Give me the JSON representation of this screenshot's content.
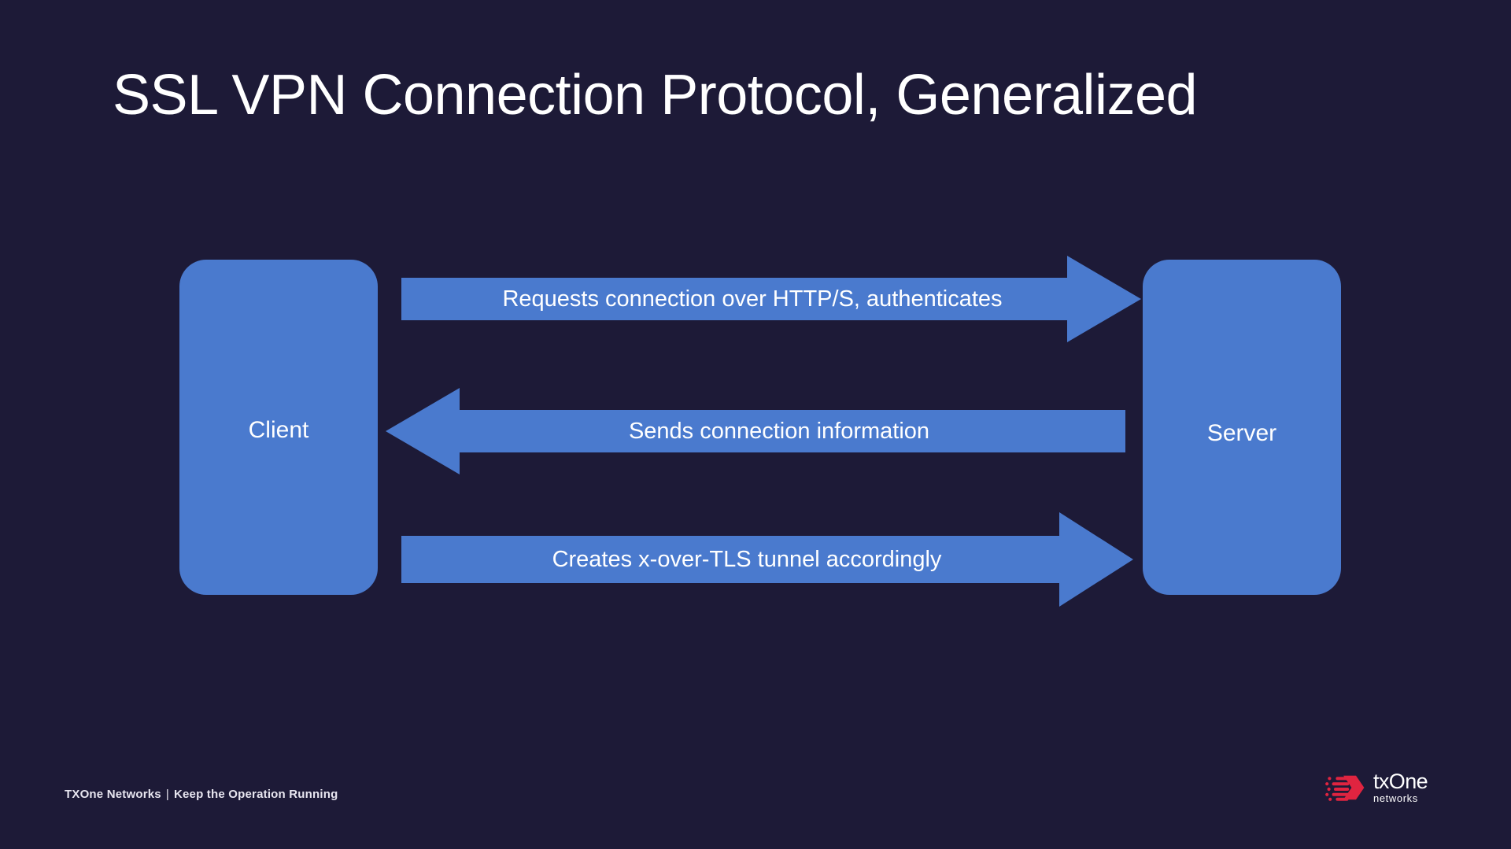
{
  "slide": {
    "title": "SSL VPN Connection Protocol, Generalized",
    "background_color": "#1d1a37",
    "accent_color": "#4a7ace",
    "text_color": "#ffffff"
  },
  "diagram": {
    "type": "sequence-diagram",
    "nodes": [
      {
        "id": "client",
        "label": "Client"
      },
      {
        "id": "server",
        "label": "Server"
      }
    ],
    "messages": [
      {
        "index": 1,
        "label": "Requests connection over HTTP/S, authenticates",
        "from": "client",
        "to": "server",
        "direction": "right"
      },
      {
        "index": 2,
        "label": "Sends connection information",
        "from": "server",
        "to": "client",
        "direction": "left"
      },
      {
        "index": 3,
        "label": "Creates x-over-TLS tunnel accordingly",
        "from": "client",
        "to": "server",
        "direction": "right"
      }
    ]
  },
  "footer": {
    "company": "TXOne Networks",
    "separator": "|",
    "tagline": "Keep the Operation Running"
  },
  "logo": {
    "name": "txOne",
    "subtitle": "networks",
    "mark_color": "#e02440",
    "mark_icon": "txone-speed-hexagon-icon"
  }
}
